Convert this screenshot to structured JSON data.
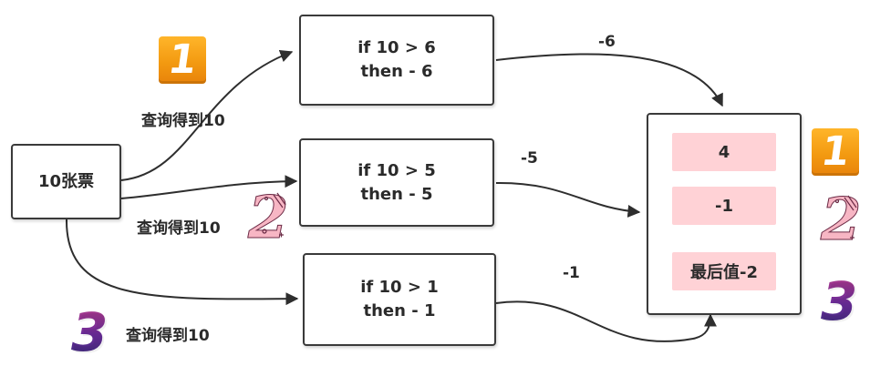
{
  "source": {
    "text": "10张票"
  },
  "nodes": [
    {
      "line1": "if 10 > 6",
      "line2": "then - 6"
    },
    {
      "line1": "if 10 > 5",
      "line2": "then - 5"
    },
    {
      "line1": "if 10 > 1",
      "line2": "then - 1"
    }
  ],
  "query_labels": [
    "查询得到10",
    "查询得到10",
    "查询得到10"
  ],
  "edge_labels": [
    "-6",
    "-5",
    "-1"
  ],
  "result": {
    "cells": [
      "4",
      "-1",
      "最后值-2"
    ]
  },
  "markers": {
    "one": {
      "text": "1",
      "icon": "orange-square-1-icon"
    },
    "two": {
      "text": "2",
      "icon": "pink-decorated-2-icon"
    },
    "three": {
      "text": "3",
      "icon": "purple-gradient-3-icon"
    }
  },
  "colors": {
    "cell_fill": "#ffd2d6",
    "badge_orange": "#f39a11",
    "three_purple": "#6a2c9a",
    "two_pink": "#f7b6c4"
  }
}
